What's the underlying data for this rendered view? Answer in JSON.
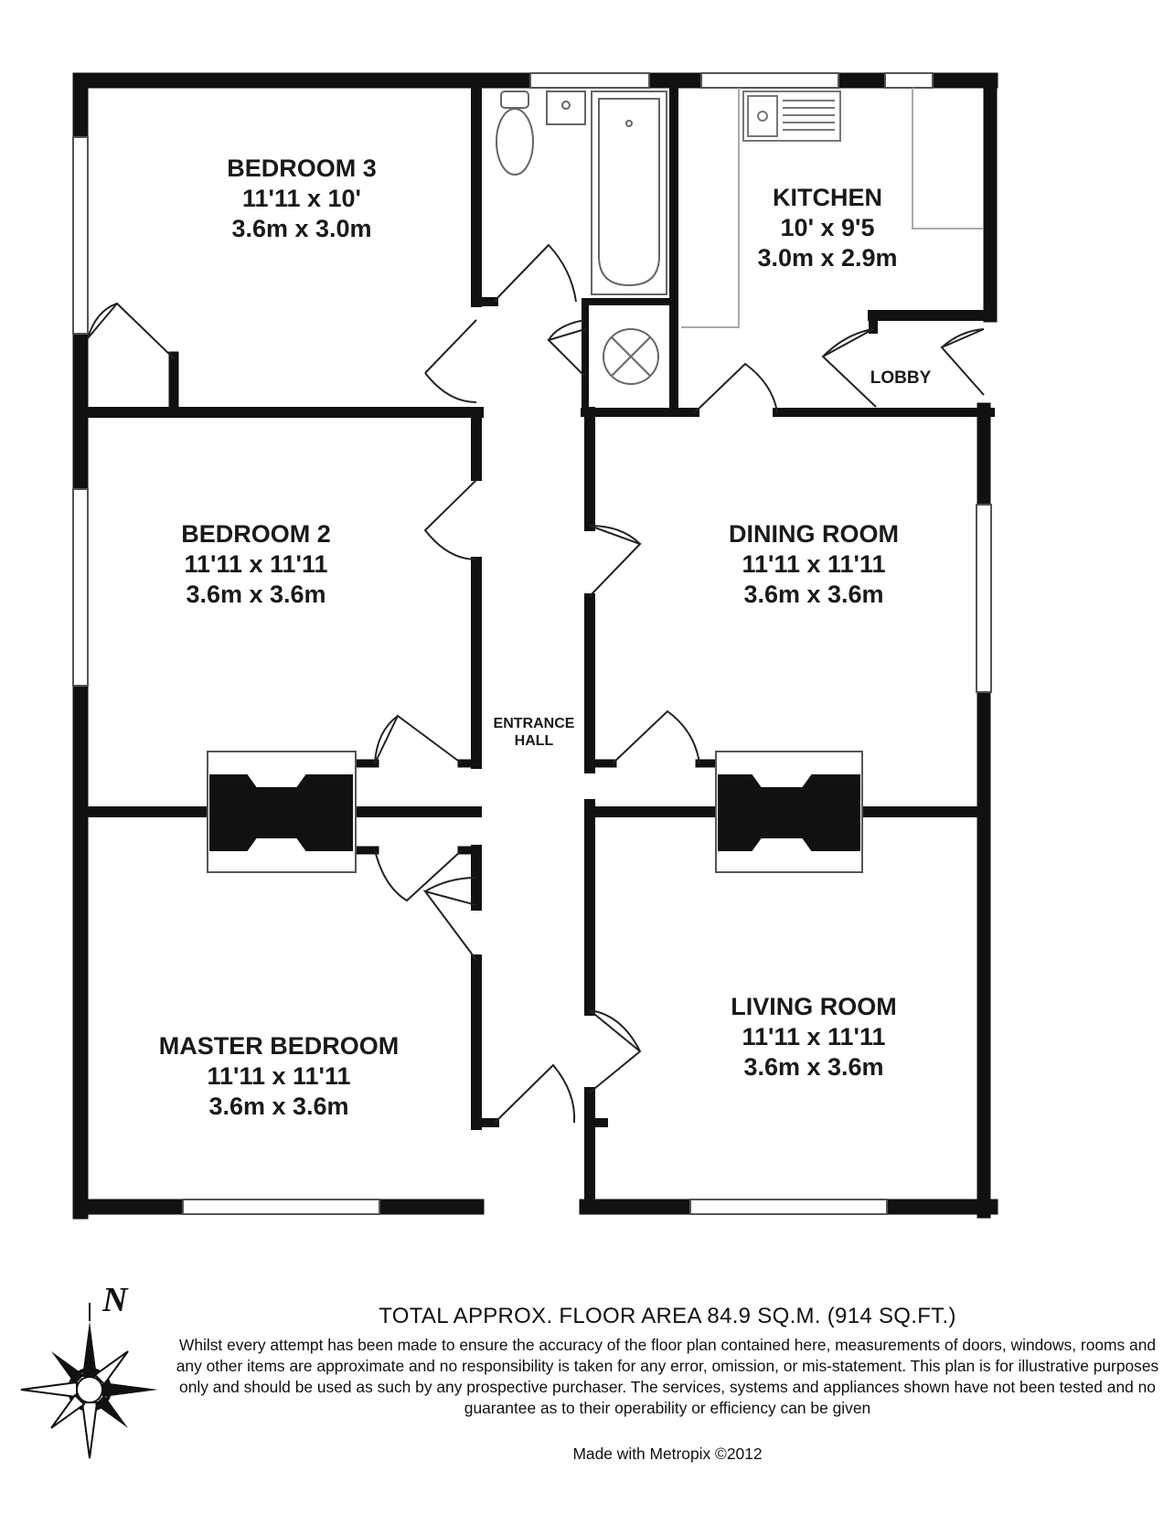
{
  "rooms": {
    "bedroom3": {
      "name": "BEDROOM 3",
      "imperial": "11'11 x 10'",
      "metric": "3.6m x 3.0m"
    },
    "kitchen": {
      "name": "KITCHEN",
      "imperial": "10' x 9'5",
      "metric": "3.0m x 2.9m"
    },
    "lobby": {
      "name": "LOBBY"
    },
    "bedroom2": {
      "name": "BEDROOM 2",
      "imperial": "11'11 x 11'11",
      "metric": "3.6m x 3.6m"
    },
    "dining": {
      "name": "DINING ROOM",
      "imperial": "11'11 x 11'11",
      "metric": "3.6m x 3.6m"
    },
    "entrance": {
      "line1": "ENTRANCE",
      "line2": "HALL"
    },
    "master": {
      "name": "MASTER BEDROOM",
      "imperial": "11'11 x 11'11",
      "metric": "3.6m x 3.6m"
    },
    "living": {
      "name": "LIVING ROOM",
      "imperial": "11'11 x 11'11",
      "metric": "3.6m x 3.6m"
    }
  },
  "compass": {
    "north_label": "N",
    "icon": "compass-rose-icon"
  },
  "footer": {
    "total_area": "TOTAL APPROX. FLOOR AREA 84.9 SQ.M. (914 SQ.FT.)",
    "disclaimer": "Whilst every attempt has been made to ensure the accuracy of the floor plan contained here, measurements of doors, windows, rooms and any other items are approximate and no responsibility is taken for any error, omission, or mis-statement. This plan is for illustrative purposes only and should be used as such by any prospective purchaser. The services, systems and appliances shown have not been tested and no guarantee as to their operability or efficiency can be given",
    "made_with": "Made with Metropix ©2012"
  },
  "colors": {
    "wall": "#111111",
    "fixture": "#666666",
    "background": "#ffffff"
  }
}
